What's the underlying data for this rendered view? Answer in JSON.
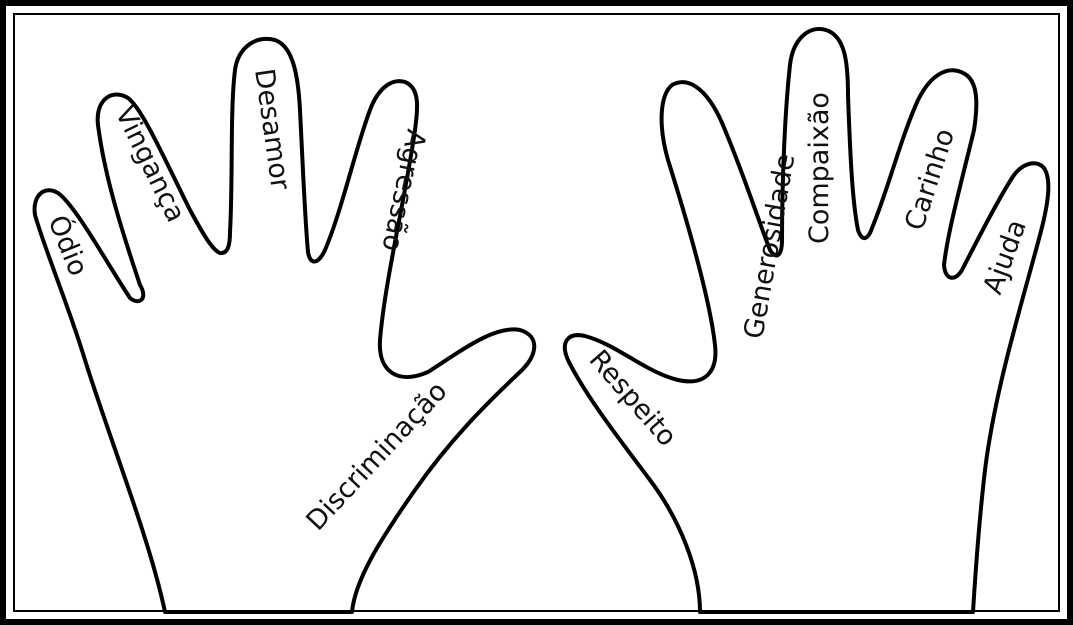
{
  "colors": {
    "ink": "#000000",
    "paper": "#ffffff"
  },
  "left_hand": {
    "fingers": [
      "Ódio",
      "Vingança",
      "Desamor",
      "Agressão",
      "Discriminação"
    ]
  },
  "right_hand": {
    "fingers": [
      "Respeito",
      "Generosidade",
      "Compaixão",
      "Carinho",
      "Ajuda"
    ]
  }
}
